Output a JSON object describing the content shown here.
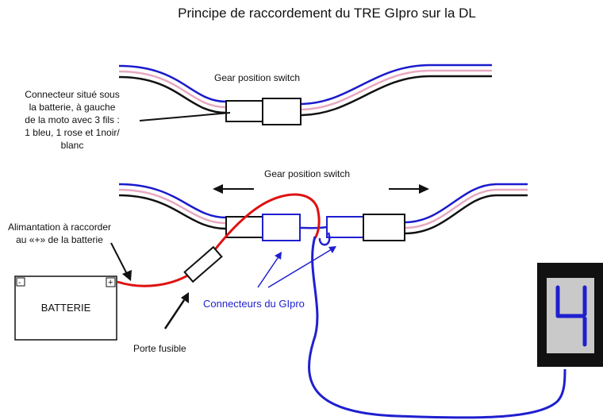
{
  "title": "Principe de raccordement du TRE GIpro sur la DL",
  "top_diagram": {
    "label": "Gear position switch",
    "connector_note": [
      "Connecteur situé sous",
      "la batterie,  à gauche",
      "de la moto avec 3 fils :",
      "1 bleu, 1 rose et 1noir/",
      "blanc"
    ]
  },
  "bottom_diagram": {
    "label": "Gear position switch",
    "power_note": [
      "Alimantation à raccorder",
      "au «+» de la batterie"
    ],
    "battery_label": "BATTERIE",
    "battery_minus": "-",
    "battery_plus": "+",
    "fuse_label": "Porte fusible",
    "glpro_connectors_label": "Connecteurs du GIpro",
    "display_digit": "4"
  },
  "colors": {
    "wire_blue": "#1a1acc",
    "wire_pink": "#e8a8c0",
    "wire_black": "#111111",
    "power_red": "#e01010",
    "glpro_blue": "#1f1fd0",
    "display_bg": "#c9c9c9",
    "display_frame": "#111111"
  }
}
